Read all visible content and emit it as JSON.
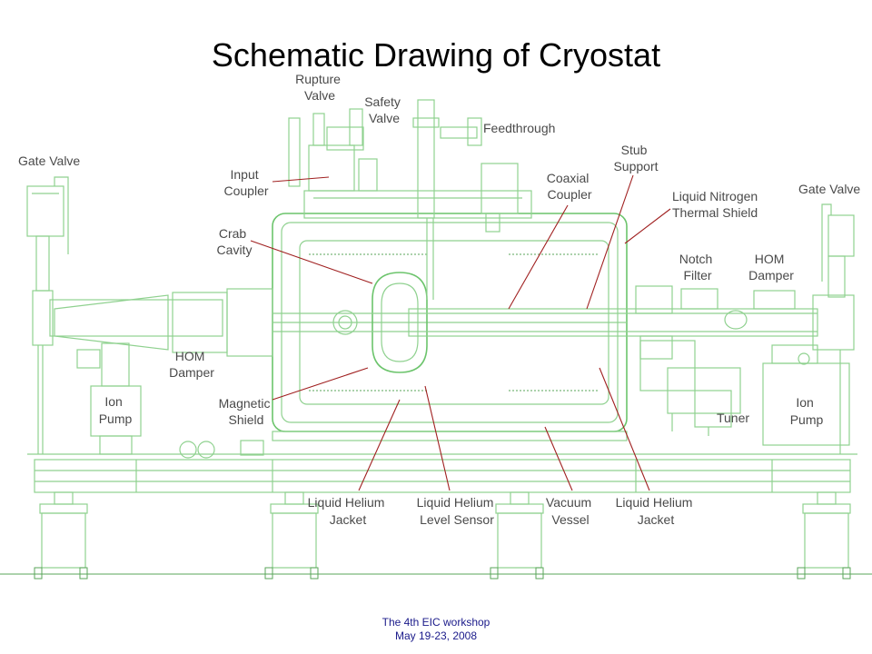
{
  "title": "Schematic Drawing of Cryostat",
  "footer": {
    "line1": "The 4th EIC workshop",
    "line2": "May 19-23, 2008"
  },
  "labels": {
    "rupture_valve": [
      "Rupture",
      "Valve"
    ],
    "safety_valve": [
      "Safety",
      "Valve"
    ],
    "feedthrough": [
      "Feedthrough"
    ],
    "gate_valve_left": [
      "Gate Valve"
    ],
    "input_coupler": [
      "Input",
      "Coupler"
    ],
    "stub_support": [
      "Stub",
      "Support"
    ],
    "coaxial_coupler": [
      "Coaxial",
      "Coupler"
    ],
    "gate_valve_right": [
      "Gate Valve"
    ],
    "liquid_nitrogen_thermal_shield": [
      "Liquid Nitrogen",
      "Thermal Shield"
    ],
    "crab_cavity": [
      "Crab",
      "Cavity"
    ],
    "notch_filter": [
      "Notch",
      "Filter"
    ],
    "hom_damper_right": [
      "HOM",
      "Damper"
    ],
    "hom_damper_left": [
      "HOM",
      "Damper"
    ],
    "ion_pump_left": [
      "Ion",
      "Pump"
    ],
    "magnetic_shield": [
      "Magnetic",
      "Shield"
    ],
    "tuner": [
      "Tuner"
    ],
    "ion_pump_right": [
      "Ion",
      "Pump"
    ],
    "liquid_helium_jacket_left": [
      "Liquid Helium",
      "Jacket"
    ],
    "liquid_helium_level_sensor": [
      "Liquid Helium",
      "Level Sensor"
    ],
    "vacuum_vessel": [
      "Vacuum",
      "Vessel"
    ],
    "liquid_helium_jacket_right": [
      "Liquid Helium",
      "Jacket"
    ]
  },
  "colors": {
    "drawing": "#8fd18f",
    "leader": "#a02020",
    "label": "#4a4a4a",
    "footer": "#1a1a8a"
  }
}
